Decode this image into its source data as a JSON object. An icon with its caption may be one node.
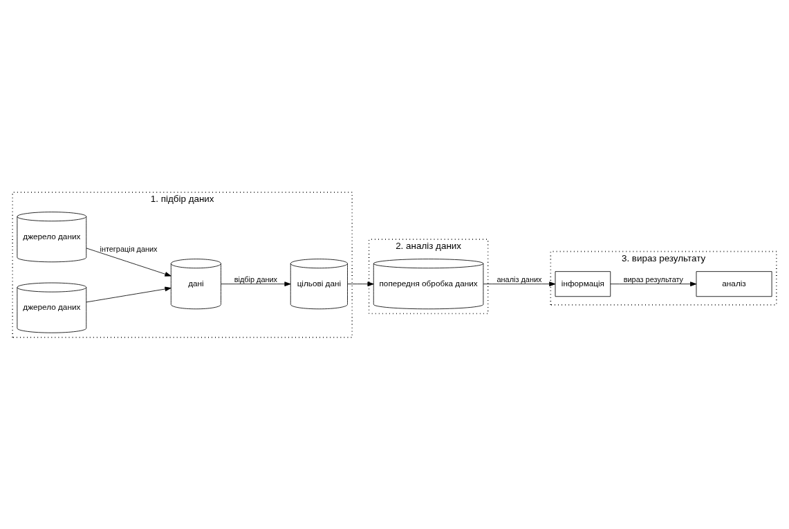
{
  "diagram": {
    "nodes": [
      {
        "text": [
          "1. підбір даних"
        ]
      },
      {
        "text": [
          "джерело даних"
        ],
        "in": 0
      },
      {
        "text": [
          "джерело даних"
        ],
        "in": 0
      },
      {
        "text": [
          "дані"
        ],
        "in": 0
      },
      {
        "text": [
          "цільові дані"
        ],
        "in": 0
      },
      {
        "text": [
          "2. аналіз даних"
        ]
      },
      {
        "text": [
          "попередня обробка даних"
        ],
        "in": 5
      },
      {
        "text": [
          "3. вираз результату"
        ]
      },
      {
        "text": [
          "аналіз"
        ],
        "in": 7
      },
      {
        "text": [
          "інформація"
        ],
        "in": 7
      }
    ],
    "edges": [
      {
        "from": 1,
        "to": 3,
        "arrow": "to",
        "label": "інтеграція даних"
      },
      {
        "from": 2,
        "to": 3,
        "arrow": "to"
      },
      {
        "from": 3,
        "to": 4,
        "arrow": "to",
        "label": "відбір даних"
      },
      {
        "from": 4,
        "to": 6,
        "arrow": "to"
      },
      {
        "from": 6,
        "to": 9,
        "arrow": "to",
        "label": "аналіз даних"
      },
      {
        "from": 9,
        "to": 8,
        "arrow": "to",
        "label": "вираз результату"
      }
    ]
  }
}
